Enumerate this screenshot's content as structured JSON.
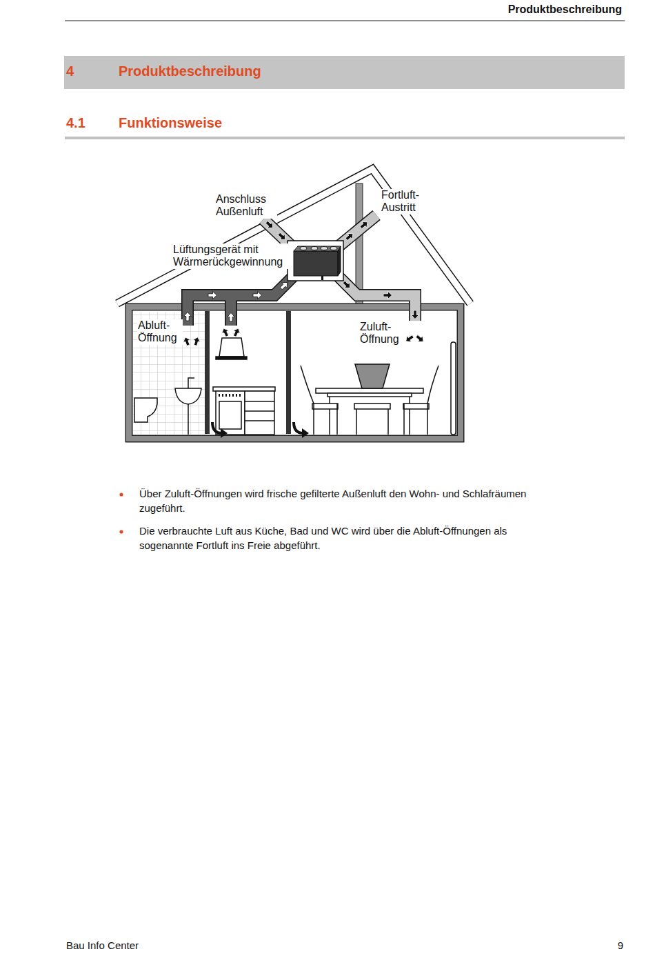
{
  "diagram": {
    "labels": [
      "Produktbeschreibung",
      "4",
      "Produktbeschreibung",
      "4.1",
      "Funktionsweise",
      "Anschluss Außenluft",
      "Fortluft-Austritt",
      "Lüftungsgerät mit Wärmerückgewinnung",
      "Abluft-Öffnung",
      "Zuluft-Öffnung",
      "Über Zuluft-Öffnungen wird frische gefilterte Außenluft den Wohn- und Schlafräumen zugeführt.",
      "Die verbrauchte Luft aus Küche, Bad und WC wird über die Abluft-Öffnungen als sogenannte Fortluft ins Freie abgeführt.",
      "Bau Info Center",
      "9"
    ]
  }
}
